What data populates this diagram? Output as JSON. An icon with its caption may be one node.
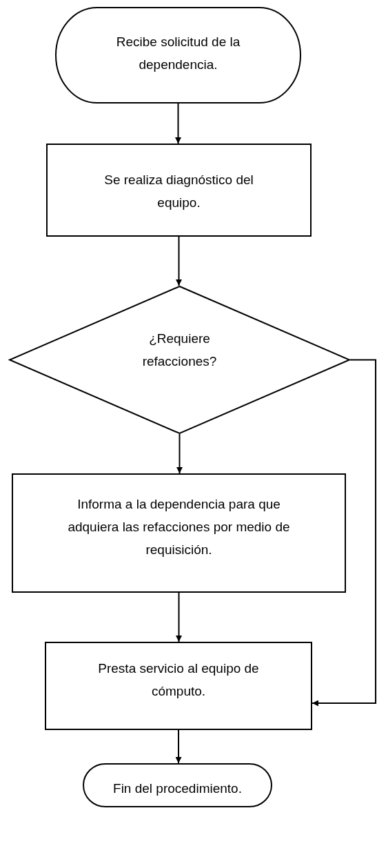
{
  "diagram": {
    "nodes": [
      {
        "text": [
          "Recibe solicitud de la dependencia."
        ]
      },
      {
        "text": [
          "Se realiza diagnóstico del equipo."
        ]
      },
      {
        "text": [
          "¿Requiere refacciones?"
        ]
      },
      {
        "text": [
          "Informa a la dependencia para que adquiera las refacciones por medio de requisición."
        ]
      },
      {
        "text": [
          "Presta servicio al equipo de cómputo."
        ]
      },
      {
        "text": [
          "Fin del procedimiento."
        ]
      }
    ],
    "edges": [
      {
        "from": 0,
        "to": 1,
        "arrow": "to"
      },
      {
        "from": 1,
        "to": 2,
        "arrow": "to"
      },
      {
        "from": 2,
        "to": 3,
        "arrow": "to"
      },
      {
        "from": 3,
        "to": 4,
        "arrow": "to"
      },
      {
        "from": 2,
        "to": 4,
        "arrow": "to"
      },
      {
        "from": 4,
        "to": 5,
        "arrow": "to"
      }
    ]
  }
}
